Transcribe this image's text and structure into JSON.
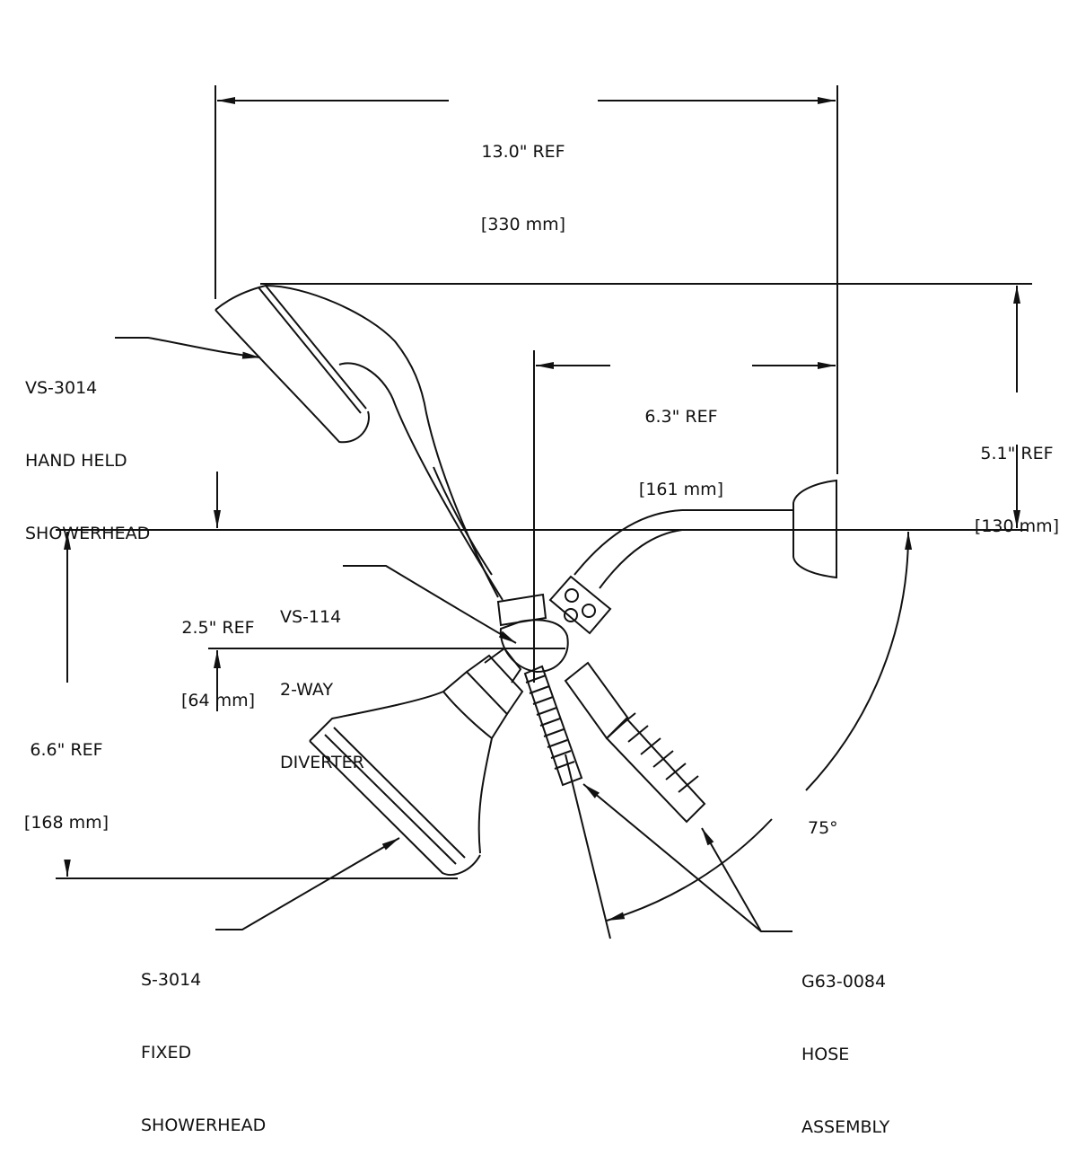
{
  "dimensions": {
    "overall_width": {
      "line1": "13.0\" REF",
      "line2": "[330 mm]"
    },
    "arm_reach": {
      "line1": "6.3\" REF",
      "line2": "[161 mm]"
    },
    "handheld_rise": {
      "line1": "5.1\" REF",
      "line2": "[130 mm]"
    },
    "diverter_drop": {
      "line1": "2.5\" REF",
      "line2": "[64 mm]"
    },
    "fixed_drop": {
      "line1": "6.6\" REF",
      "line2": "[168 mm]"
    },
    "angle": "75°"
  },
  "callouts": {
    "handheld": {
      "part": "VS-3014",
      "line2": "HAND HELD",
      "line3": "SHOWERHEAD"
    },
    "diverter": {
      "part": "VS-114",
      "line2": "2-WAY",
      "line3": "DIVERTER"
    },
    "fixed": {
      "part": "S-3014",
      "line2": "FIXED",
      "line3": "SHOWERHEAD"
    },
    "hose": {
      "part": "G63-0084",
      "line2": "HOSE",
      "line3": "ASSEMBLY"
    }
  },
  "colors": {
    "ink": "#111111",
    "paper": "#ffffff"
  }
}
